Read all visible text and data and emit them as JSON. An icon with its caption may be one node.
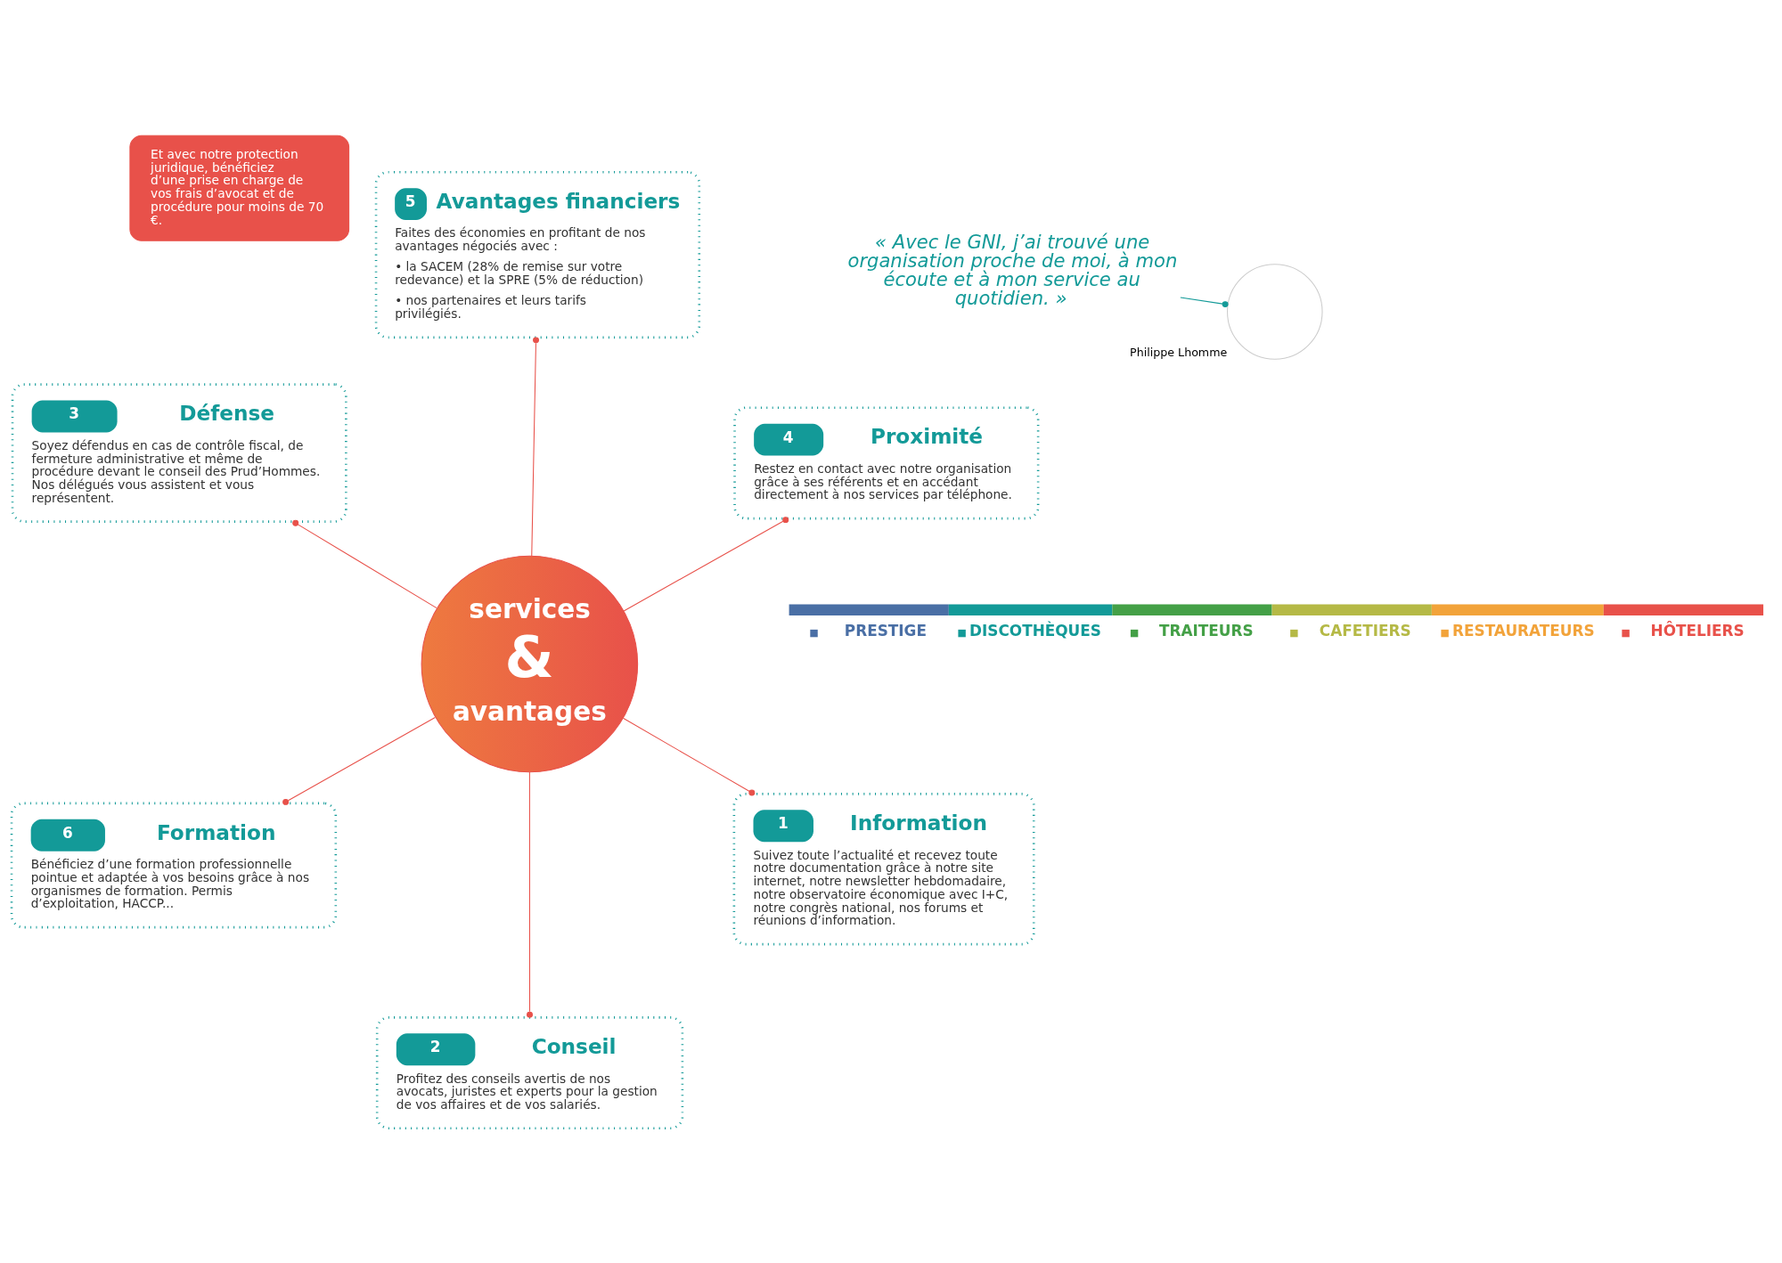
{
  "diagram": {
    "nodes": [
      {
        "text": [
          "services",
          "&",
          "avantages"
        ]
      },
      {
        "text": [
          "1",
          "Information",
          "Suivez toute l’actualité et recevez toute notre documentation grâce à notre site internet, notre newsletter hebdomadaire, notre observatoire économique avec I+C, notre congrès national, nos forums et réunions d’information."
        ]
      },
      {
        "text": [
          "2",
          "Conseil",
          "Profitez des conseils avertis de nos avocats, juristes et experts pour la gestion de vos affaires et de vos salariés."
        ]
      },
      {
        "text": [
          "3",
          "Défense",
          "Soyez défendus en cas de contrôle fiscal, de fermeture administrative et même de procédure devant le conseil des Prud’Hommes. Nos délégués vous assistent et vous représentent."
        ]
      },
      {
        "text": [
          "4",
          "Proximité",
          "Restez en contact avec notre organisation grâce à ses référents et en accédant directement à nos services par téléphone."
        ]
      },
      {
        "text": [
          "5",
          "Avantages financiers",
          "Faites des économies en profitant de nos avantages négociés avec :",
          "• la SACEM (28% de remise sur votre redevance) et la SPRE (5% de réduction)",
          "• nos partenaires et leurs tarifs privilégiés."
        ]
      },
      {
        "text": [
          "6",
          "Formation",
          "Bénéficiez d’une formation professionnelle pointue et adaptée à vos besoins grâce à nos organismes de formation. Permis d’exploitation, HACCP..."
        ]
      },
      {
        "text": [
          "Et avec notre protection juridique, bénéficiez d’une prise en charge de vos frais d’avocat et de procédure pour moins de 70 €."
        ]
      },
      {
        "text": [
          "« Avec le GNI, j’ai trouvé une organisation proche de moi, à mon écoute et à mon service au quotidien. »"
        ]
      },
      {
        "text": [],
        "shape": "circle",
        "beside": [
          "Philippe Lhomme"
        ]
      }
    ],
    "edges": [
      {
        "from": 0,
        "to": 1,
        "arrow": "other"
      },
      {
        "from": 0,
        "to": 2,
        "arrow": "other"
      },
      {
        "from": 0,
        "to": 3,
        "arrow": "other"
      },
      {
        "from": 0,
        "to": 4,
        "arrow": "other"
      },
      {
        "from": 0,
        "to": 5,
        "arrow": "other"
      },
      {
        "from": 0,
        "to": 6,
        "arrow": "other"
      },
      {
        "from": 8,
        "to": 9,
        "arrow": "other",
        "color": "#139a98"
      }
    ],
    "labels": [
      "PRESTIGE",
      "DISCOTHÈQUES",
      "TRAITEURS",
      "CAFETIERS",
      "RESTAURATEURS",
      "HÔTELIERS"
    ]
  }
}
